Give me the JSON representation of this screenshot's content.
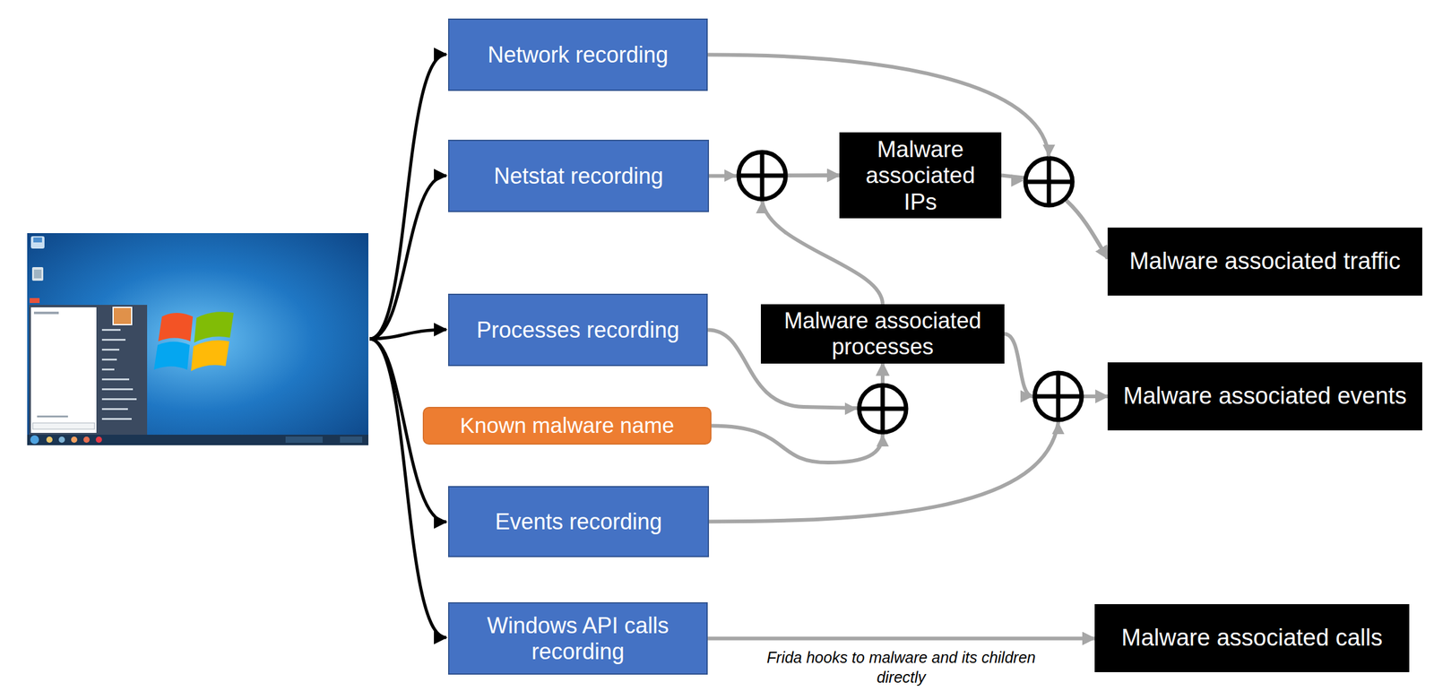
{
  "diagram": {
    "nodes": [
      {
        "text": [
          "Network recording"
        ]
      },
      {
        "text": [
          "Netstat recording"
        ]
      },
      {
        "text": [
          "Processes recording"
        ]
      },
      {
        "text": [
          "Known malware name"
        ]
      },
      {
        "text": [
          "Events recording"
        ]
      },
      {
        "text": [
          "Windows API calls recording"
        ]
      },
      {
        "text": [
          "Malware associated IPs"
        ]
      },
      {
        "text": [
          "Malware associated traffic"
        ]
      },
      {
        "text": [
          "Malware associated processes"
        ]
      },
      {
        "text": [
          "Malware associated events"
        ]
      },
      {
        "text": [
          "Malware associated calls"
        ]
      }
    ],
    "edges": [
      {
        "from": 1,
        "to": 6,
        "arrow": "to"
      },
      {
        "from": 8,
        "to": 6,
        "arrow": "to"
      },
      {
        "from": 0,
        "to": 7,
        "arrow": "to"
      },
      {
        "from": 6,
        "to": 7,
        "arrow": "to"
      },
      {
        "from": 2,
        "to": 8,
        "arrow": "to"
      },
      {
        "from": 3,
        "to": 8,
        "arrow": "to"
      },
      {
        "from": 8,
        "to": 9,
        "arrow": "to"
      },
      {
        "from": 4,
        "to": 9,
        "arrow": "to"
      },
      {
        "from": 5,
        "to": 10,
        "label": "Frida hooks to malware and its children directly",
        "arrow": "to"
      }
    ]
  }
}
